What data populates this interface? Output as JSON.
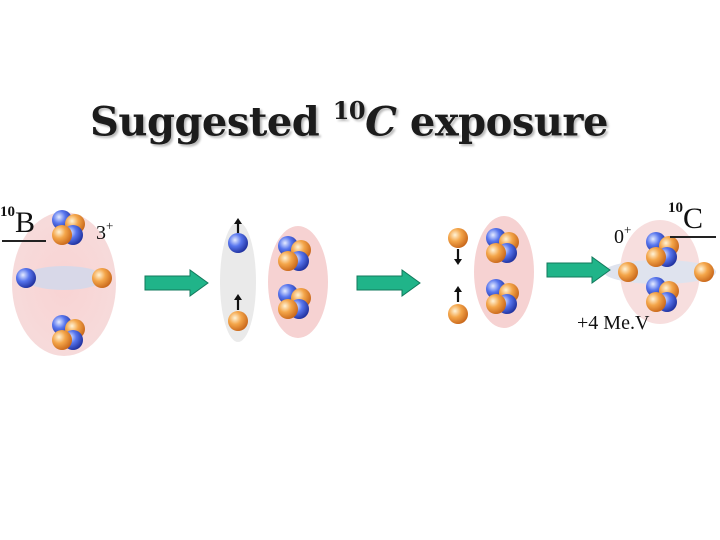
{
  "title": {
    "prefix": "Suggested ",
    "mass_number": "10",
    "isotope": "C",
    "suffix": " exposure"
  },
  "initial": {
    "mass_number": "10",
    "symbol": "B",
    "spin": "3",
    "parity": "+"
  },
  "final": {
    "mass_number": "10",
    "symbol": "C",
    "spin": "0",
    "parity": "+",
    "energy": "+4 Me.V"
  },
  "colors": {
    "proton": "#ef8f2e",
    "neutron": "#3f56d6",
    "cluster_halo": "#f7cfd0",
    "pair_halo": "#e4e4e4",
    "arrow": "#20b489"
  }
}
